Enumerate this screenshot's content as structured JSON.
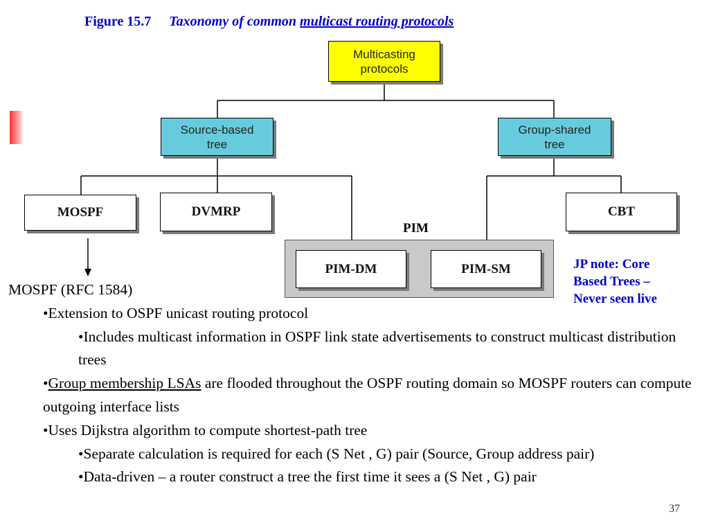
{
  "figure": {
    "number": "Figure 15.7",
    "title_plain": "Taxonomy of common ",
    "title_underlined": "multicast routing protocols"
  },
  "tree": {
    "root": {
      "line1": "Multicasting",
      "line2": "protocols"
    },
    "source_based": {
      "line1": "Source-based",
      "line2": "tree"
    },
    "group_shared": {
      "line1": "Group-shared",
      "line2": "tree"
    },
    "leaves": {
      "mospf": "MOSPF",
      "dvmrp": "DVMRP",
      "cbt": "CBT",
      "pim_dm": "PIM-DM",
      "pim_sm": "PIM-SM"
    },
    "pim_group_label": "PIM"
  },
  "jp_note": {
    "line1": "JP note: Core",
    "line2": "Based Trees –",
    "line3": "Never seen live"
  },
  "body": {
    "heading": "MOSPF (RFC 1584)",
    "b1": "•Extension to OSPF unicast routing protocol",
    "b1_sub": "•Includes multicast information in OSPF link state advertisements to construct multicast distribution trees",
    "b2_bullet": "•",
    "b2_underlined": "Group membership LSAs",
    "b2_rest": " are flooded throughout the OSPF routing domain so MOSPF routers can compute outgoing interface lists",
    "b3": "•Uses Dijkstra algorithm to compute shortest-path tree",
    "b3_sub1": "•Separate calculation is required for each  (S Net , G) pair (Source, Group address pair)",
    "b3_sub2": "•Data-driven – a router construct a tree the first time it sees a (S Net , G) pair"
  },
  "page_number": "37",
  "colors": {
    "caption_blue": "#0000cc",
    "root_yellow": "#ffff00",
    "mid_cyan": "#66ccdd",
    "pim_gray": "#c9c9c9"
  }
}
